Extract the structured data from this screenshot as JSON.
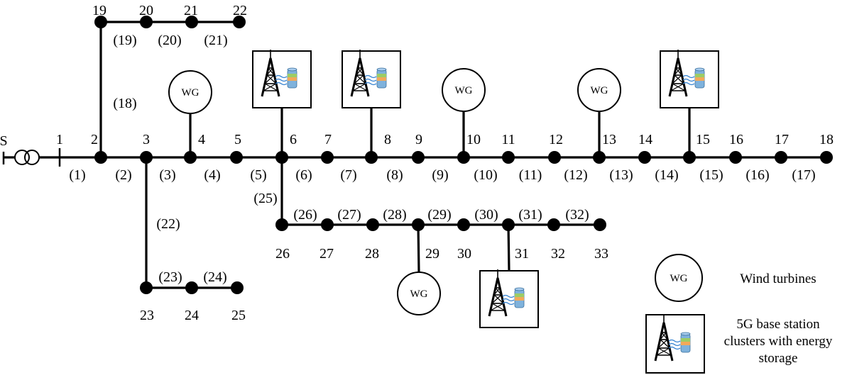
{
  "source_label": "S",
  "wind_label": "WG",
  "nodes": [
    {
      "id": 1,
      "label": "1"
    },
    {
      "id": 2,
      "label": "2"
    },
    {
      "id": 3,
      "label": "3"
    },
    {
      "id": 4,
      "label": "4"
    },
    {
      "id": 5,
      "label": "5"
    },
    {
      "id": 6,
      "label": "6"
    },
    {
      "id": 7,
      "label": "7"
    },
    {
      "id": 8,
      "label": "8"
    },
    {
      "id": 9,
      "label": "9"
    },
    {
      "id": 10,
      "label": "10"
    },
    {
      "id": 11,
      "label": "11"
    },
    {
      "id": 12,
      "label": "12"
    },
    {
      "id": 13,
      "label": "13"
    },
    {
      "id": 14,
      "label": "14"
    },
    {
      "id": 15,
      "label": "15"
    },
    {
      "id": 16,
      "label": "16"
    },
    {
      "id": 17,
      "label": "17"
    },
    {
      "id": 18,
      "label": "18"
    },
    {
      "id": 19,
      "label": "19"
    },
    {
      "id": 20,
      "label": "20"
    },
    {
      "id": 21,
      "label": "21"
    },
    {
      "id": 22,
      "label": "22"
    },
    {
      "id": 23,
      "label": "23"
    },
    {
      "id": 24,
      "label": "24"
    },
    {
      "id": 25,
      "label": "25"
    },
    {
      "id": 26,
      "label": "26"
    },
    {
      "id": 27,
      "label": "27"
    },
    {
      "id": 28,
      "label": "28"
    },
    {
      "id": 29,
      "label": "29"
    },
    {
      "id": 30,
      "label": "30"
    },
    {
      "id": 31,
      "label": "31"
    },
    {
      "id": 32,
      "label": "32"
    },
    {
      "id": 33,
      "label": "33"
    }
  ],
  "branches": [
    {
      "id": 1,
      "label": "(1)",
      "from": 1,
      "to": 2
    },
    {
      "id": 2,
      "label": "(2)",
      "from": 2,
      "to": 3
    },
    {
      "id": 3,
      "label": "(3)",
      "from": 3,
      "to": 4
    },
    {
      "id": 4,
      "label": "(4)",
      "from": 4,
      "to": 5
    },
    {
      "id": 5,
      "label": "(5)",
      "from": 5,
      "to": 6
    },
    {
      "id": 6,
      "label": "(6)",
      "from": 6,
      "to": 7
    },
    {
      "id": 7,
      "label": "(7)",
      "from": 7,
      "to": 8
    },
    {
      "id": 8,
      "label": "(8)",
      "from": 8,
      "to": 9
    },
    {
      "id": 9,
      "label": "(9)",
      "from": 9,
      "to": 10
    },
    {
      "id": 10,
      "label": "(10)",
      "from": 10,
      "to": 11
    },
    {
      "id": 11,
      "label": "(11)",
      "from": 11,
      "to": 12
    },
    {
      "id": 12,
      "label": "(12)",
      "from": 12,
      "to": 13
    },
    {
      "id": 13,
      "label": "(13)",
      "from": 13,
      "to": 14
    },
    {
      "id": 14,
      "label": "(14)",
      "from": 14,
      "to": 15
    },
    {
      "id": 15,
      "label": "(15)",
      "from": 15,
      "to": 16
    },
    {
      "id": 16,
      "label": "(16)",
      "from": 16,
      "to": 17
    },
    {
      "id": 17,
      "label": "(17)",
      "from": 17,
      "to": 18
    },
    {
      "id": 18,
      "label": "(18)",
      "from": 2,
      "to": 19
    },
    {
      "id": 19,
      "label": "(19)",
      "from": 19,
      "to": 20
    },
    {
      "id": 20,
      "label": "(20)",
      "from": 20,
      "to": 21
    },
    {
      "id": 21,
      "label": "(21)",
      "from": 21,
      "to": 22
    },
    {
      "id": 22,
      "label": "(22)",
      "from": 3,
      "to": 23
    },
    {
      "id": 23,
      "label": "(23)",
      "from": 23,
      "to": 24
    },
    {
      "id": 24,
      "label": "(24)",
      "from": 24,
      "to": 25
    },
    {
      "id": 25,
      "label": "(25)",
      "from": 6,
      "to": 26
    },
    {
      "id": 26,
      "label": "(26)",
      "from": 26,
      "to": 27
    },
    {
      "id": 27,
      "label": "(27)",
      "from": 27,
      "to": 28
    },
    {
      "id": 28,
      "label": "(28)",
      "from": 28,
      "to": 29
    },
    {
      "id": 29,
      "label": "(29)",
      "from": 29,
      "to": 30
    },
    {
      "id": 30,
      "label": "(30)",
      "from": 30,
      "to": 31
    },
    {
      "id": 31,
      "label": "(31)",
      "from": 31,
      "to": 32
    },
    {
      "id": 32,
      "label": "(32)",
      "from": 32,
      "to": 33
    }
  ],
  "wind_turbine_nodes": [
    4,
    10,
    13,
    29
  ],
  "base_station_nodes": [
    6,
    8,
    15,
    31
  ],
  "legend": {
    "wind": "Wind turbines",
    "bs_line1": "5G base station",
    "bs_line2": "clusters with energy",
    "bs_line3": "storage"
  },
  "colors": {
    "line": "#000000",
    "battery_blue": "#7fb2dc",
    "battery_orange": "#f2a95a",
    "battery_green": "#9ccc65",
    "wave_blue": "#2f7fd0"
  }
}
